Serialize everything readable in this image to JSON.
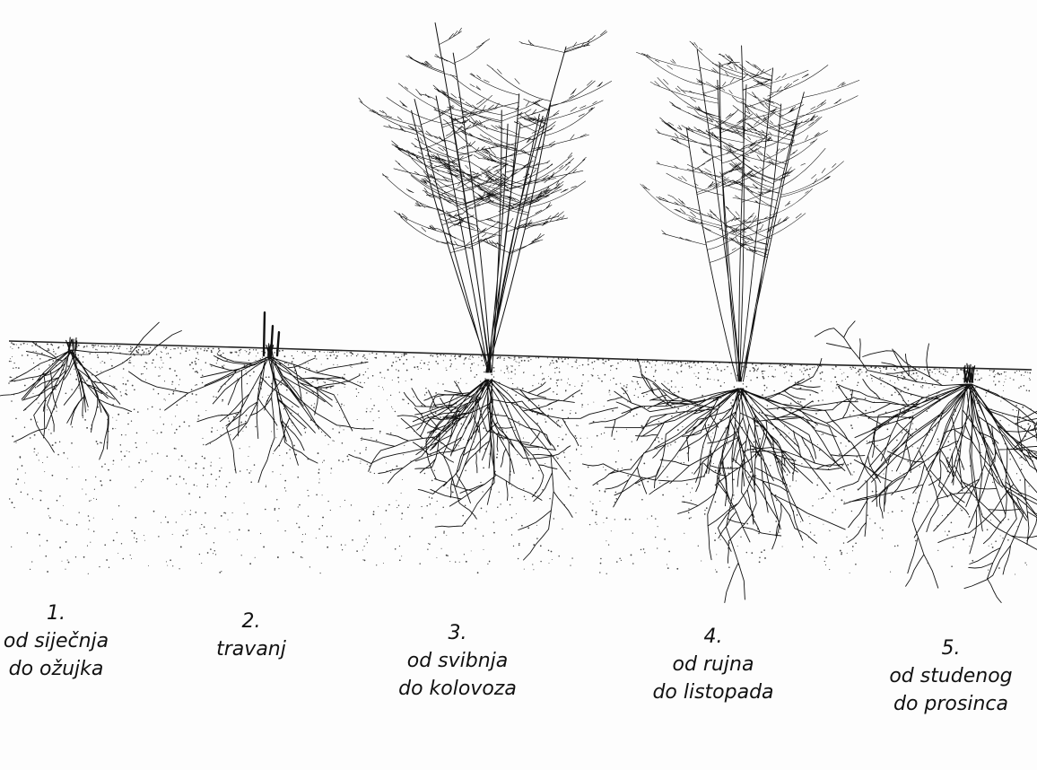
{
  "stages": [
    {
      "number": "1.",
      "lines": [
        "od siječnja",
        "do ožujka"
      ]
    },
    {
      "number": "2.",
      "lines": [
        "travanj"
      ]
    },
    {
      "number": "3.",
      "lines": [
        "od svibnja",
        "do kolovoza"
      ]
    },
    {
      "number": "4.",
      "lines": [
        "od rujna",
        "do listopada"
      ]
    },
    {
      "number": "5.",
      "lines": [
        "od studenog",
        "do prosinca"
      ]
    }
  ],
  "colors": {
    "ink": "#111111",
    "paper": "#fdfdfd",
    "soil_stipple": "#444444"
  }
}
